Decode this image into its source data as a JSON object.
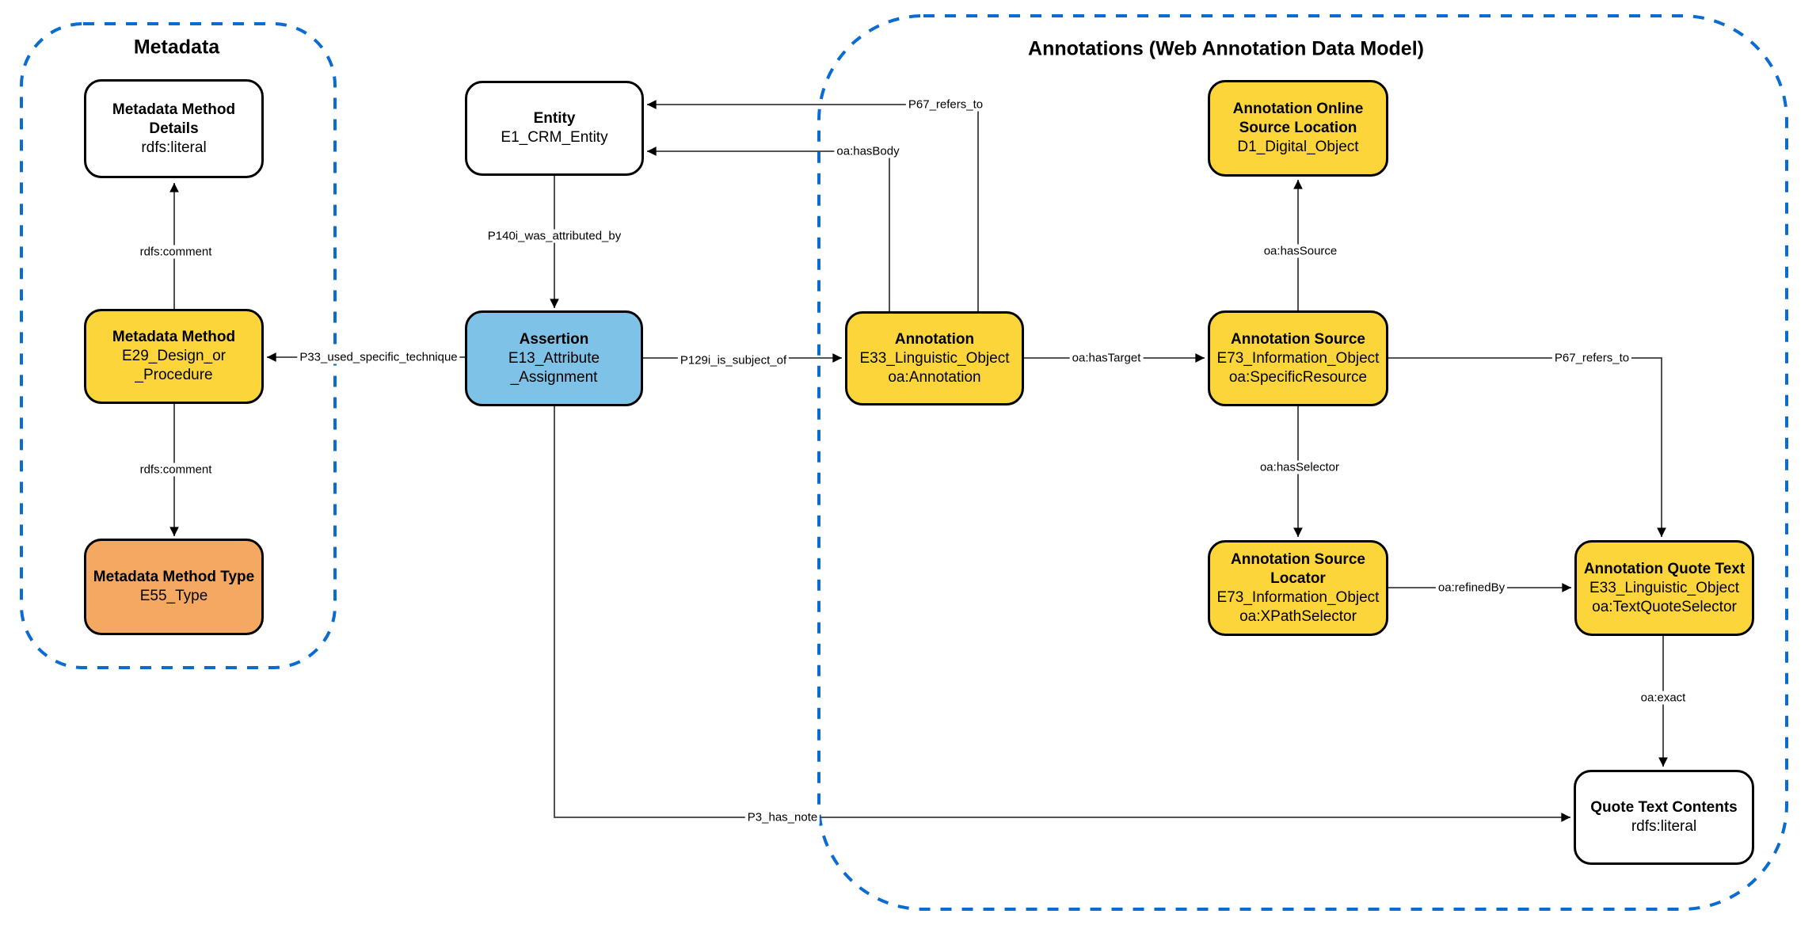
{
  "groups": {
    "metadata": {
      "title": "Metadata"
    },
    "annotations": {
      "title": "Annotations (Web Annotation Data Model)"
    }
  },
  "colors": {
    "node_yellow": "#FCD53B",
    "node_orange": "#F5A861",
    "node_blue": "#7EC2E8",
    "node_white": "#FFFFFF",
    "node_border": "#000000",
    "group_dashed_border": "#0A6BD2",
    "connector": "#3d3d3d"
  },
  "nodes": {
    "entity": {
      "title": "Entity",
      "lines": [
        "E1_CRM_Entity"
      ]
    },
    "assertion": {
      "title": "Assertion",
      "lines": [
        "E13_Attribute",
        "_Assignment"
      ]
    },
    "metadata_method_details": {
      "title": "Metadata Method Details",
      "lines": [
        "rdfs:literal"
      ]
    },
    "metadata_method": {
      "title": "Metadata Method",
      "lines": [
        "E29_Design_or",
        "_Procedure"
      ]
    },
    "metadata_method_type": {
      "title": "Metadata Method Type",
      "lines": [
        "E55_Type"
      ]
    },
    "annotation": {
      "title": "Annotation",
      "lines": [
        "E33_Linguistic_Object",
        "oa:Annotation"
      ]
    },
    "annotation_online_source_location": {
      "title": "Annotation Online Source Location",
      "lines": [
        "D1_Digital_Object"
      ]
    },
    "annotation_source": {
      "title": "Annotation Source",
      "lines": [
        "E73_Information_Object",
        "oa:SpecificResource"
      ]
    },
    "annotation_source_locator": {
      "title": "Annotation Source Locator",
      "lines": [
        "E73_Information_Object",
        "oa:XPathSelector"
      ]
    },
    "annotation_quote_text": {
      "title": "Annotation Quote Text",
      "lines": [
        "E33_Linguistic_Object",
        "oa:TextQuoteSelector"
      ]
    },
    "quote_text_contents": {
      "title": "Quote Text Contents",
      "lines": [
        "rdfs:literal"
      ]
    }
  },
  "edges": {
    "rdfs_comment_details": {
      "label": "rdfs:comment",
      "from": "metadata_method",
      "to": "metadata_method_details"
    },
    "rdfs_comment_type": {
      "label": "rdfs:comment",
      "from": "metadata_method",
      "to": "metadata_method_type"
    },
    "p140i_was_attributed_by": {
      "label": "P140i_was_attributed_by",
      "from": "entity",
      "to": "assertion"
    },
    "p33_used_specific_technique": {
      "label": "P33_used_specific_technique",
      "from": "assertion",
      "to": "metadata_method"
    },
    "p129i_is_subject_of": {
      "label": "P129i_is_subject_of",
      "from": "assertion",
      "to": "annotation"
    },
    "p67_refers_to_entity": {
      "label": "P67_refers_to",
      "from": "annotation",
      "to": "entity"
    },
    "oa_has_body": {
      "label": "oa:hasBody",
      "from": "annotation",
      "to": "entity"
    },
    "oa_has_target": {
      "label": "oa:hasTarget",
      "from": "annotation",
      "to": "annotation_source"
    },
    "oa_has_source": {
      "label": "oa:hasSource",
      "from": "annotation_source",
      "to": "annotation_online_source_location"
    },
    "oa_has_selector": {
      "label": "oa:hasSelector",
      "from": "annotation_source",
      "to": "annotation_source_locator"
    },
    "p67_refers_to_quote": {
      "label": "P67_refers_to",
      "from": "annotation_source",
      "to": "annotation_quote_text"
    },
    "oa_refined_by": {
      "label": "oa:refinedBy",
      "from": "annotation_source_locator",
      "to": "annotation_quote_text"
    },
    "oa_exact": {
      "label": "oa:exact",
      "from": "annotation_quote_text",
      "to": "quote_text_contents"
    },
    "p3_has_note": {
      "label": "P3_has_note",
      "from": "assertion",
      "to": "quote_text_contents"
    }
  }
}
